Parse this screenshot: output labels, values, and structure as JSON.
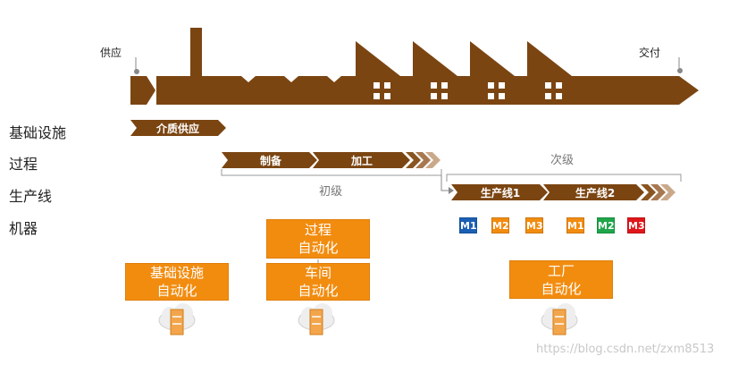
{
  "factory": {
    "supply_label": "供应",
    "delivery_label": "交付"
  },
  "row_labels": {
    "infrastructure": "基础设施",
    "process": "过程",
    "production_line": "生产线",
    "machine": "机器"
  },
  "arrows": {
    "material_supply": "介质供应",
    "preparation": "制备",
    "processing": "加工",
    "line_1": "生产线1",
    "line_2": "生产线2"
  },
  "level_labels": {
    "primary": "初级",
    "secondary": "次级"
  },
  "machines": [
    {
      "label": "M1",
      "color": "#1a5fb4"
    },
    {
      "label": "M2",
      "color": "#f28c0f"
    },
    {
      "label": "M3",
      "color": "#f28c0f"
    },
    {
      "label": "M1",
      "color": "#f28c0f"
    },
    {
      "label": "M2",
      "color": "#1fa64a"
    },
    {
      "label": "M3",
      "color": "#e0161b"
    }
  ],
  "automation_boxes": {
    "infrastructure": [
      "基础设施",
      "自动化"
    ],
    "process": [
      "过程",
      "自动化"
    ],
    "workshop": [
      "车间",
      "自动化"
    ],
    "factory": [
      "工厂",
      "自动化"
    ]
  },
  "colors": {
    "factory_brown": "#7b4512",
    "automation_orange": "#f28c0f",
    "chevron_light": "#c9a98a"
  },
  "icons": {
    "cloud": "cloud-server-icon"
  },
  "watermark": "https://blog.csdn.net/zxm8513"
}
